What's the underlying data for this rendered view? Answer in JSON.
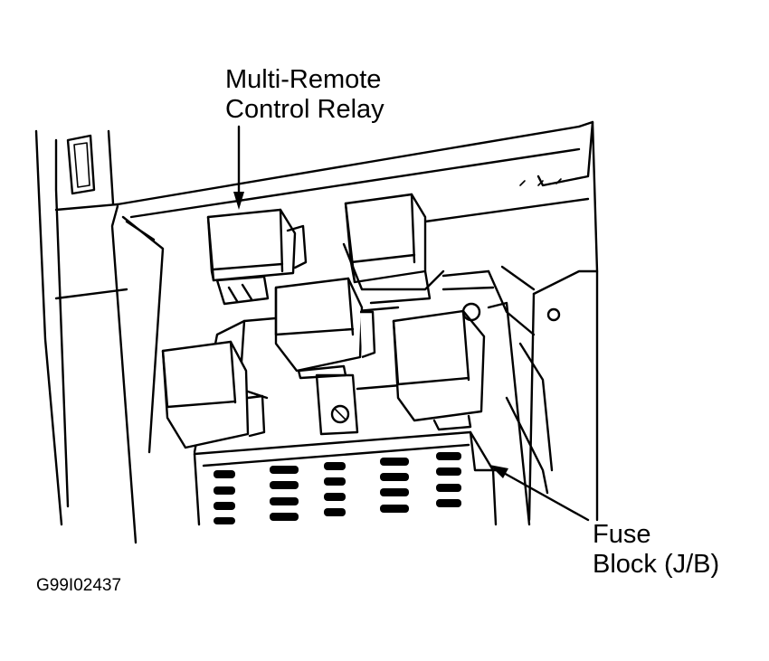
{
  "callouts": {
    "relay": {
      "line1": "Multi-Remote",
      "line2": "Control Relay"
    },
    "fuse_block": {
      "line1": "Fuse",
      "line2": "Block (J/B)"
    }
  },
  "figure_id": "G99I02437",
  "colors": {
    "ink": "#000000",
    "paper": "#ffffff"
  }
}
